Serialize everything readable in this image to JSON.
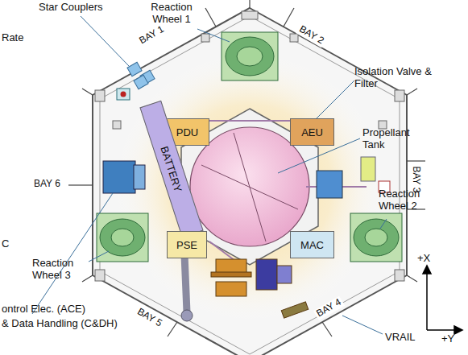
{
  "diagram": {
    "nodes": [
      {
        "text": [
          "PDU"
        ]
      },
      {
        "text": [
          "AEU"
        ]
      },
      {
        "text": [
          "BATTERY"
        ]
      },
      {
        "text": [
          "PSE"
        ]
      },
      {
        "text": [
          "MAC"
        ]
      }
    ],
    "labels": [
      "Star Couplers",
      "Reaction Wheel 1",
      "Rate",
      "BAY 1",
      "BAY 2",
      "Isolation Valve & Filter",
      "Propellant Tank",
      "BAY 3",
      "Reaction Wheel 2",
      "BAY 6",
      "C",
      "Reaction Wheel 3",
      "BAY 5",
      "BAY 4",
      "ontrol Elec. (ACE)",
      "& Data Handling (C&DH)",
      "VRAIL",
      "+X",
      "+Y"
    ]
  }
}
